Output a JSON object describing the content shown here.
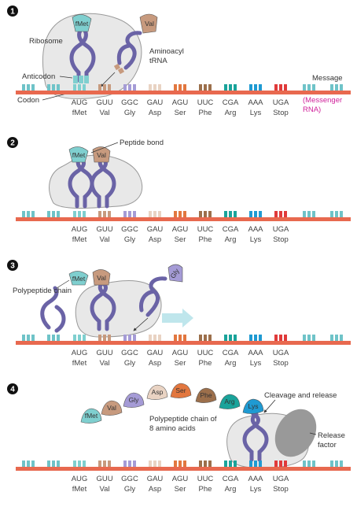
{
  "steps": [
    "1",
    "2",
    "3",
    "4"
  ],
  "labels": {
    "ribosome": "Ribosome",
    "aminoacyl_line1": "Aminoacyl",
    "aminoacyl_line2": "tRNA",
    "anticodon": "Anticodon",
    "codon": "Codon",
    "message": "Message",
    "messenger_line1": "(Messenger",
    "messenger_line2": "RNA)",
    "peptide_bond": "Peptide bond",
    "polypeptide_chain": "Polypeptide chain",
    "polypeptide_chain_of": "Polypeptide chain of",
    "eight_amino_acids": "8 amino acids",
    "cleavage": "Cleavage and release",
    "release_line1": "Release",
    "release_line2": "factor"
  },
  "codons": [
    "AUG",
    "GUU",
    "GGC",
    "GAU",
    "AGU",
    "UUC",
    "CGA",
    "AAA",
    "UGA"
  ],
  "aminos": [
    "fMet",
    "Val",
    "Gly",
    "Asp",
    "Ser",
    "Phe",
    "Arg",
    "Lys",
    "Stop"
  ],
  "chain": [
    "fMet",
    "Val",
    "Gly",
    "Asp",
    "Ser",
    "Phe",
    "Arg",
    "Lys"
  ],
  "colors": {
    "mrna": "#e8694f",
    "ribosome": "#e8e8e8",
    "trna": "#6a63a6",
    "fmet": "#7fcfcf",
    "val": "#c79a7e",
    "gly": "#a59bd6",
    "asp": "#e9d3c3",
    "ser": "#e2773f",
    "phe": "#9c6f4b",
    "arg": "#1aa39a",
    "lys": "#1f9ad2",
    "messenger_text": "#d0229b",
    "arrow": "#bfe6ec",
    "release_factor": "#999999"
  }
}
